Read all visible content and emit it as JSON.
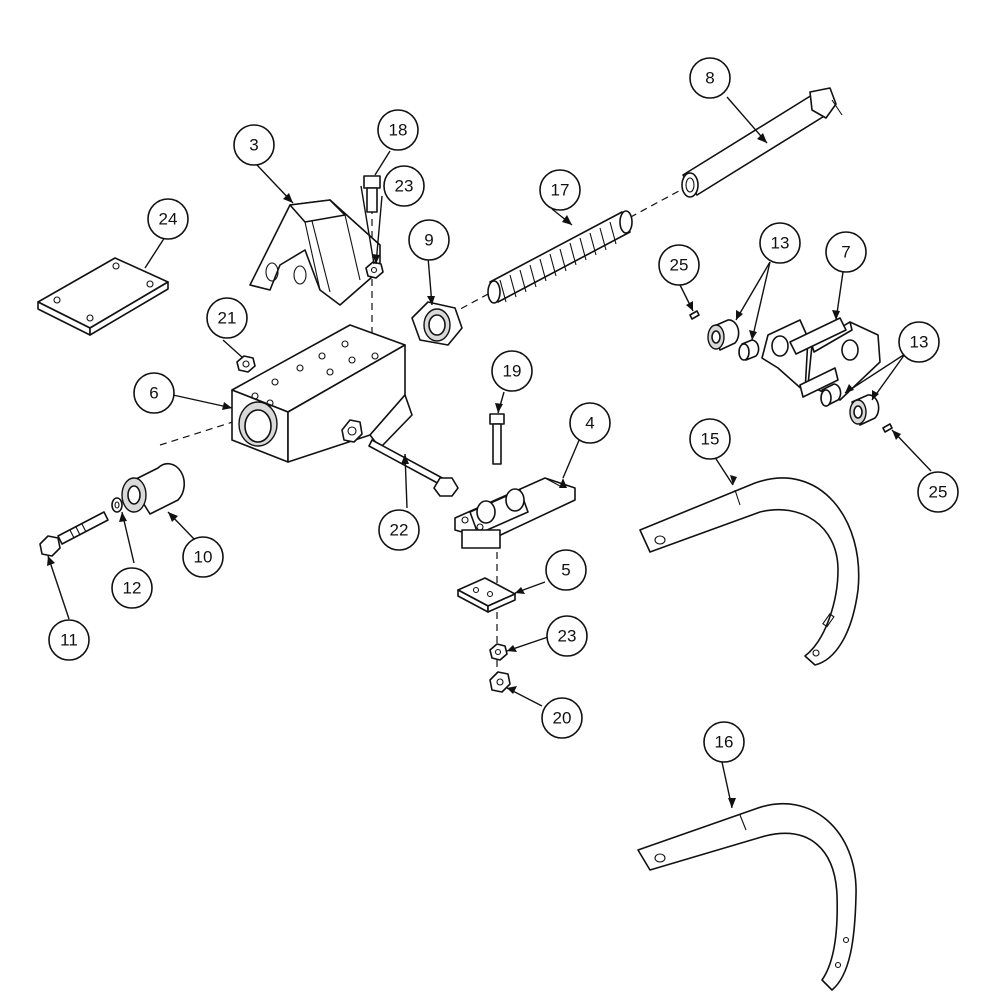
{
  "callouts": [
    {
      "id": "c3",
      "label": "3"
    },
    {
      "id": "c4",
      "label": "4"
    },
    {
      "id": "c5",
      "label": "5"
    },
    {
      "id": "c6",
      "label": "6"
    },
    {
      "id": "c7",
      "label": "7"
    },
    {
      "id": "c8",
      "label": "8"
    },
    {
      "id": "c9",
      "label": "9"
    },
    {
      "id": "c10",
      "label": "10"
    },
    {
      "id": "c11",
      "label": "11"
    },
    {
      "id": "c12",
      "label": "12"
    },
    {
      "id": "c13a",
      "label": "13"
    },
    {
      "id": "c13b",
      "label": "13"
    },
    {
      "id": "c15",
      "label": "15"
    },
    {
      "id": "c16",
      "label": "16"
    },
    {
      "id": "c17",
      "label": "17"
    },
    {
      "id": "c18",
      "label": "18"
    },
    {
      "id": "c19",
      "label": "19"
    },
    {
      "id": "c20",
      "label": "20"
    },
    {
      "id": "c21",
      "label": "21"
    },
    {
      "id": "c22",
      "label": "22"
    },
    {
      "id": "c23a",
      "label": "23"
    },
    {
      "id": "c23b",
      "label": "23"
    },
    {
      "id": "c24",
      "label": "24"
    },
    {
      "id": "c25a",
      "label": "25"
    },
    {
      "id": "c25b",
      "label": "25"
    }
  ],
  "colors": {
    "line": "#111111",
    "background": "#ffffff",
    "shade": "#d9d9d9"
  }
}
